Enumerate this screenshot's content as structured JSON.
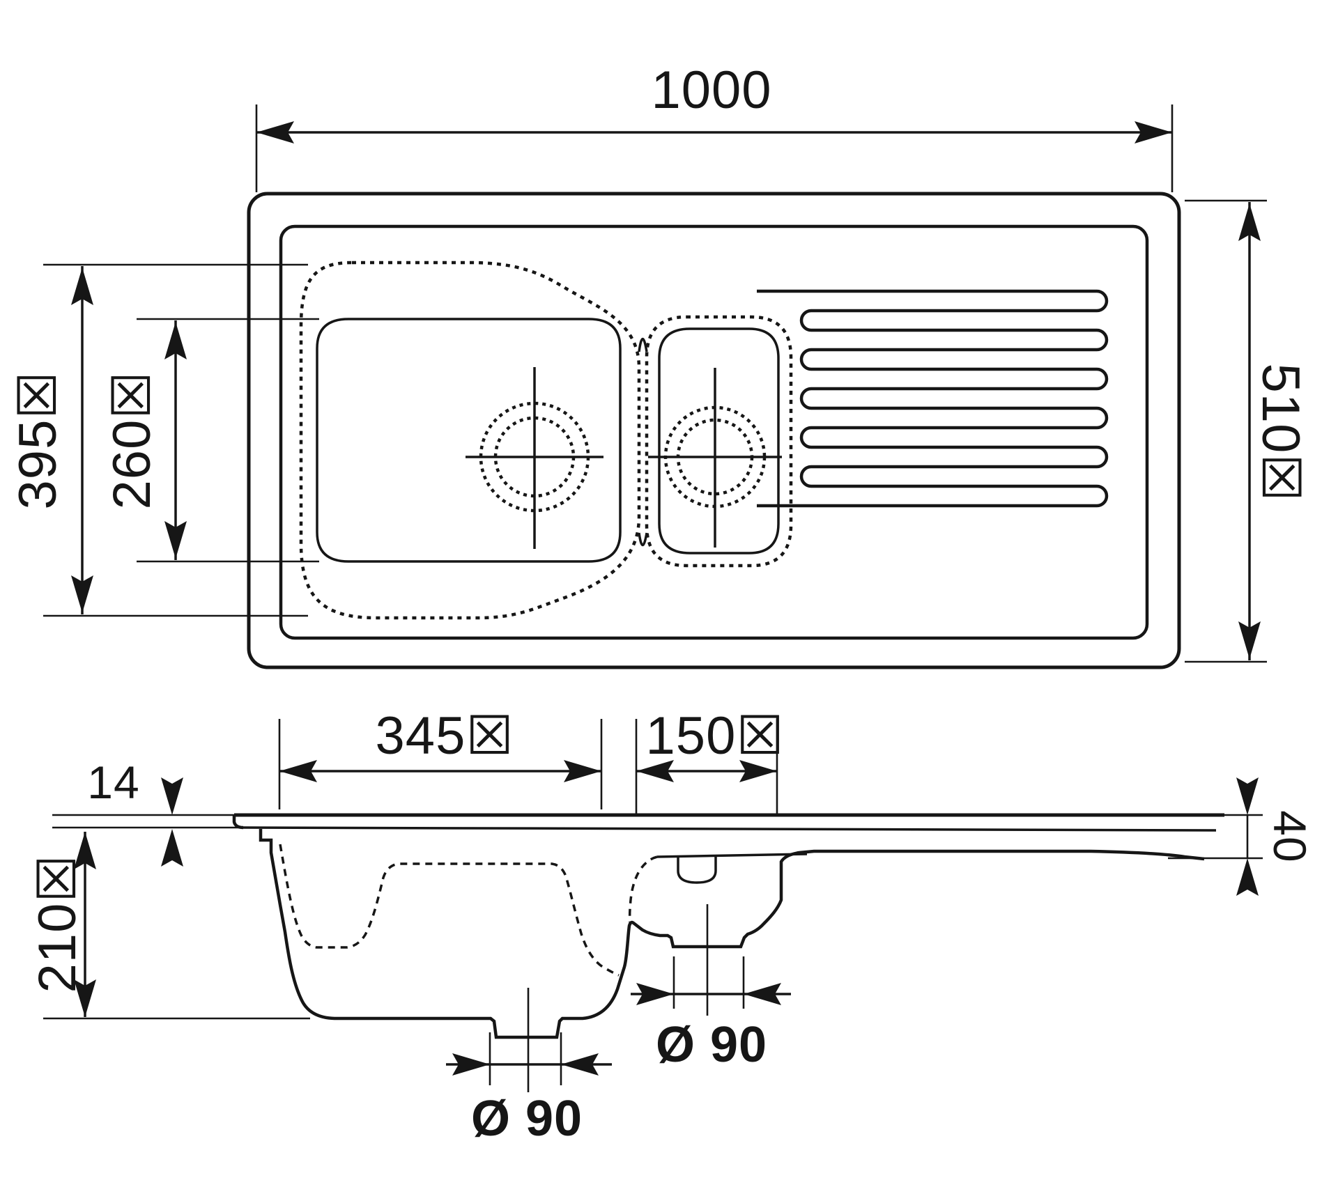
{
  "drawing": {
    "type": "kitchen-sink technical dimension drawing, 1.5 bowl with drainer",
    "paper_color": "#ffffff",
    "ink_color": "#161616",
    "views": {
      "plan": {
        "name": "top / plan view",
        "dim_overall_width": "1000",
        "dim_overall_depth": "510☒",
        "dim_bowl_outer_length": "395☒",
        "dim_bowl_inner_length": "260☒"
      },
      "section": {
        "name": "side / section view",
        "dim_main_bowl_bottom_width": "345☒",
        "dim_small_bowl_bottom_width": "150☒",
        "dim_rim_thickness": "14",
        "dim_bowl_depth": "210☒",
        "dim_edge_height": "40",
        "dim_main_drain_diameter": "Ø 90",
        "dim_small_drain_diameter": "Ø 90"
      }
    }
  }
}
